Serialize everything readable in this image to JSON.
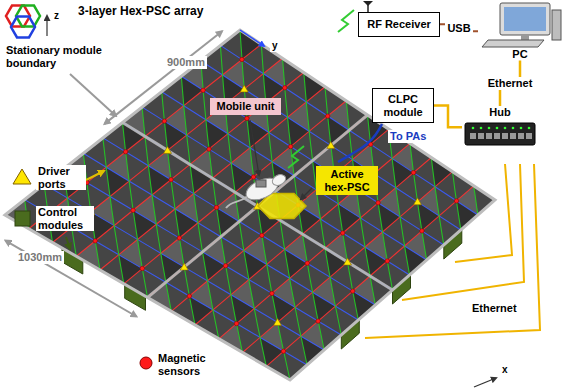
{
  "diagram": {
    "nodes": [
      {
        "text": [
          "RF Receiver"
        ]
      },
      {
        "text": [
          "PC"
        ]
      },
      {
        "text": [
          "CLPC module"
        ]
      },
      {
        "text": [
          "Hub"
        ]
      },
      {
        "text": [
          "Mobile unit"
        ]
      },
      {
        "text": [
          "Active hex-PSC"
        ]
      }
    ],
    "edges": [
      {
        "from": 0,
        "to": 1,
        "label": "USB",
        "arrow": "none"
      },
      {
        "from": 1,
        "to": 3,
        "label": "Ethernet",
        "arrow": "none"
      },
      {
        "from": 2,
        "to": 3,
        "arrow": "none"
      }
    ],
    "labels": [
      "3-layer Hex-PSC array",
      "Stationary module boundary",
      "900mm",
      "Driver ports",
      "Control modules",
      "1030mm",
      "Magnetic sensors",
      "To PAs",
      "Ethernet",
      "z",
      "y",
      "x"
    ]
  }
}
